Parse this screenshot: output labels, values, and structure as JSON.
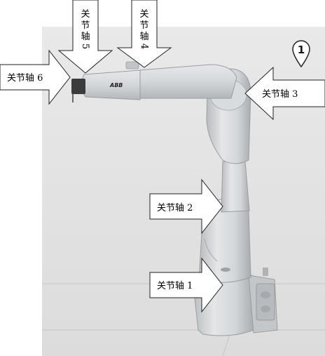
{
  "figure": {
    "badge": "1",
    "brand_logo": "ABB",
    "callouts": [
      {
        "id": "axis1",
        "label": "关节轴  1"
      },
      {
        "id": "axis2",
        "label": "关节轴  2"
      },
      {
        "id": "axis3",
        "label": "关节轴  3"
      },
      {
        "id": "axis4",
        "chars": [
          "关",
          "节",
          "轴",
          "4"
        ]
      },
      {
        "id": "axis5",
        "chars": [
          "关",
          "节",
          "轴",
          "5"
        ]
      },
      {
        "id": "axis6",
        "label": "关节轴  6"
      }
    ]
  }
}
